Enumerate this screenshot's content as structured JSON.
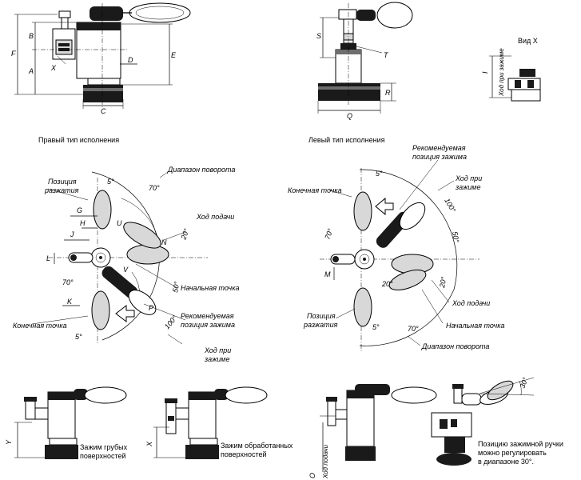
{
  "top_views": {
    "front_labels": {
      "F": "F",
      "B": "B",
      "A": "A",
      "X": "X",
      "D": "D",
      "E": "E",
      "C": "C"
    },
    "side_labels": {
      "S": "S",
      "T": "T",
      "R": "R",
      "Q": "Q"
    },
    "view_x": {
      "title": "Вид X",
      "I": "I",
      "travel": "Ход при зажиме"
    }
  },
  "right_type": {
    "caption": "Правый тип исполнения",
    "rotation_range": "Диапазон поворота",
    "release_position_1": "Позиция",
    "release_position_2": "разжатия",
    "feed_travel": "Ход подачи",
    "start_point": "Начальная точка",
    "recommended_1": "Рекомендуемая",
    "recommended_2": "позиция зажима",
    "end_point": "Конечная точка",
    "clamp_travel_1": "Ход при",
    "clamp_travel_2": "зажиме",
    "angles": {
      "a5": "5°",
      "a70": "70°",
      "a20": "20°",
      "a50": "50°",
      "a100": "100°",
      "a70b": "70°",
      "a5b": "5°"
    },
    "letters": {
      "G": "G",
      "H": "H",
      "J": "J",
      "U": "U",
      "N": "N",
      "L": "L",
      "V": "V",
      "K": "K",
      "P": "P"
    }
  },
  "left_type": {
    "caption": "Левый тип исполнения",
    "recommended_1": "Рекомендуемая",
    "recommended_2": "позиция зажима",
    "clamp_travel_1": "Ход при",
    "clamp_travel_2": "зажиме",
    "end_point": "Конечная точка",
    "feed_travel": "Ход подачи",
    "start_point": "Начальная точка",
    "release_position_1": "Позиция",
    "release_position_2": "разжатия",
    "rotation_range": "Диапазон поворота",
    "angles": {
      "a5": "5°",
      "a100": "100°",
      "a70": "70°",
      "a50": "50°",
      "a20": "20°",
      "a20b": "20°",
      "a70b": "70°",
      "a5b": "5°"
    },
    "letters": {
      "M": "M"
    }
  },
  "bottom": {
    "rough_1": "Зажим грубых",
    "rough_2": "поверхностей",
    "machined_1": "Зажим обработанных",
    "machined_2": "поверхностей",
    "feed_travel_O": "Ход подачи",
    "O": "O",
    "Y": "Y",
    "X": "X",
    "adjust_1": "Позицию зажимной ручки",
    "adjust_2": "можно регулировать",
    "adjust_3": "в диапазоне 30°.",
    "angle30": "30°"
  }
}
